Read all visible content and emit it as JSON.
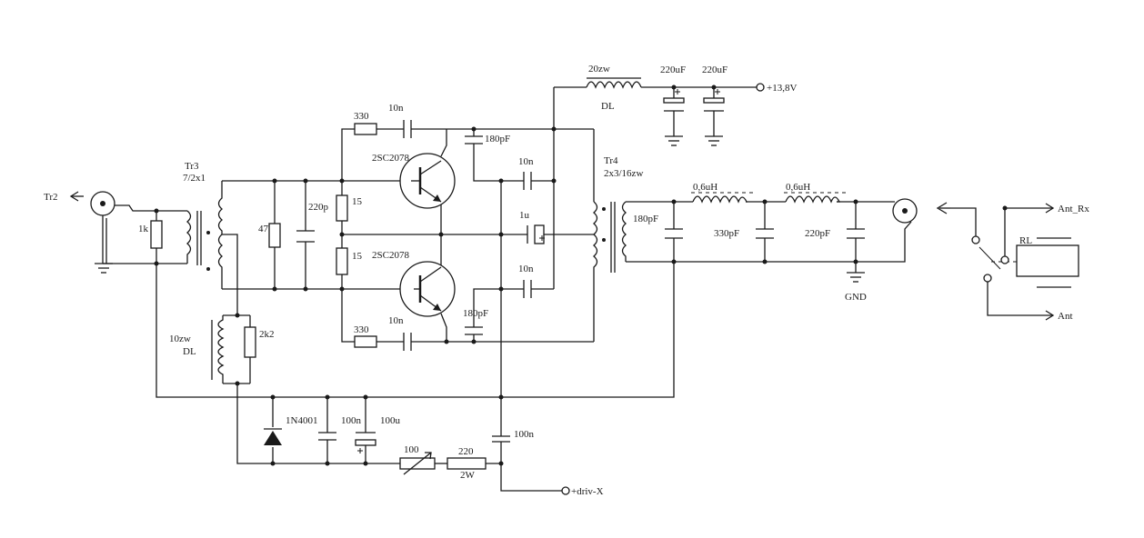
{
  "labels": {
    "tr2": "Tr2",
    "tr3": "Tr3",
    "tr3_spec": "7/2x1",
    "tr4": "Tr4",
    "tr4_spec": "2x3/16zw",
    "r1k": "1k",
    "r47": "47",
    "c220p": "220p",
    "r15_top": "15",
    "r15_bot": "15",
    "q1": "2SC2078",
    "q2": "2SC2078",
    "r330_top": "330",
    "r330_bot": "330",
    "c10n_top": "10n",
    "c10n_bot": "10n",
    "c180pf_top": "180pF",
    "c180pf_bot": "180pF",
    "c10n_mid_top": "10n",
    "c10n_mid_bot": "10n",
    "c1u": "1u",
    "dl_top": "20zw",
    "dl_top_name": "DL",
    "c220uf_1": "220uF",
    "c220uf_2": "220uF",
    "supply": "+13,8V",
    "c180pf_out": "180pF",
    "l1": "0,6uH",
    "l2": "0,6uH",
    "c330pf": "330pF",
    "c220pf": "220pF",
    "gnd": "GND",
    "ant_rx": "Ant_Rx",
    "ant": "Ant",
    "rl": "RL",
    "dl_left": "10zw",
    "dl_left_name": "DL",
    "r2k2": "2k2",
    "d1": "1N4001",
    "c100n_1": "100n",
    "c100u": "100u",
    "pot100": "100",
    "r220": "220",
    "r220_w": "2W",
    "c100n_2": "100n",
    "driv": "+driv-X"
  }
}
